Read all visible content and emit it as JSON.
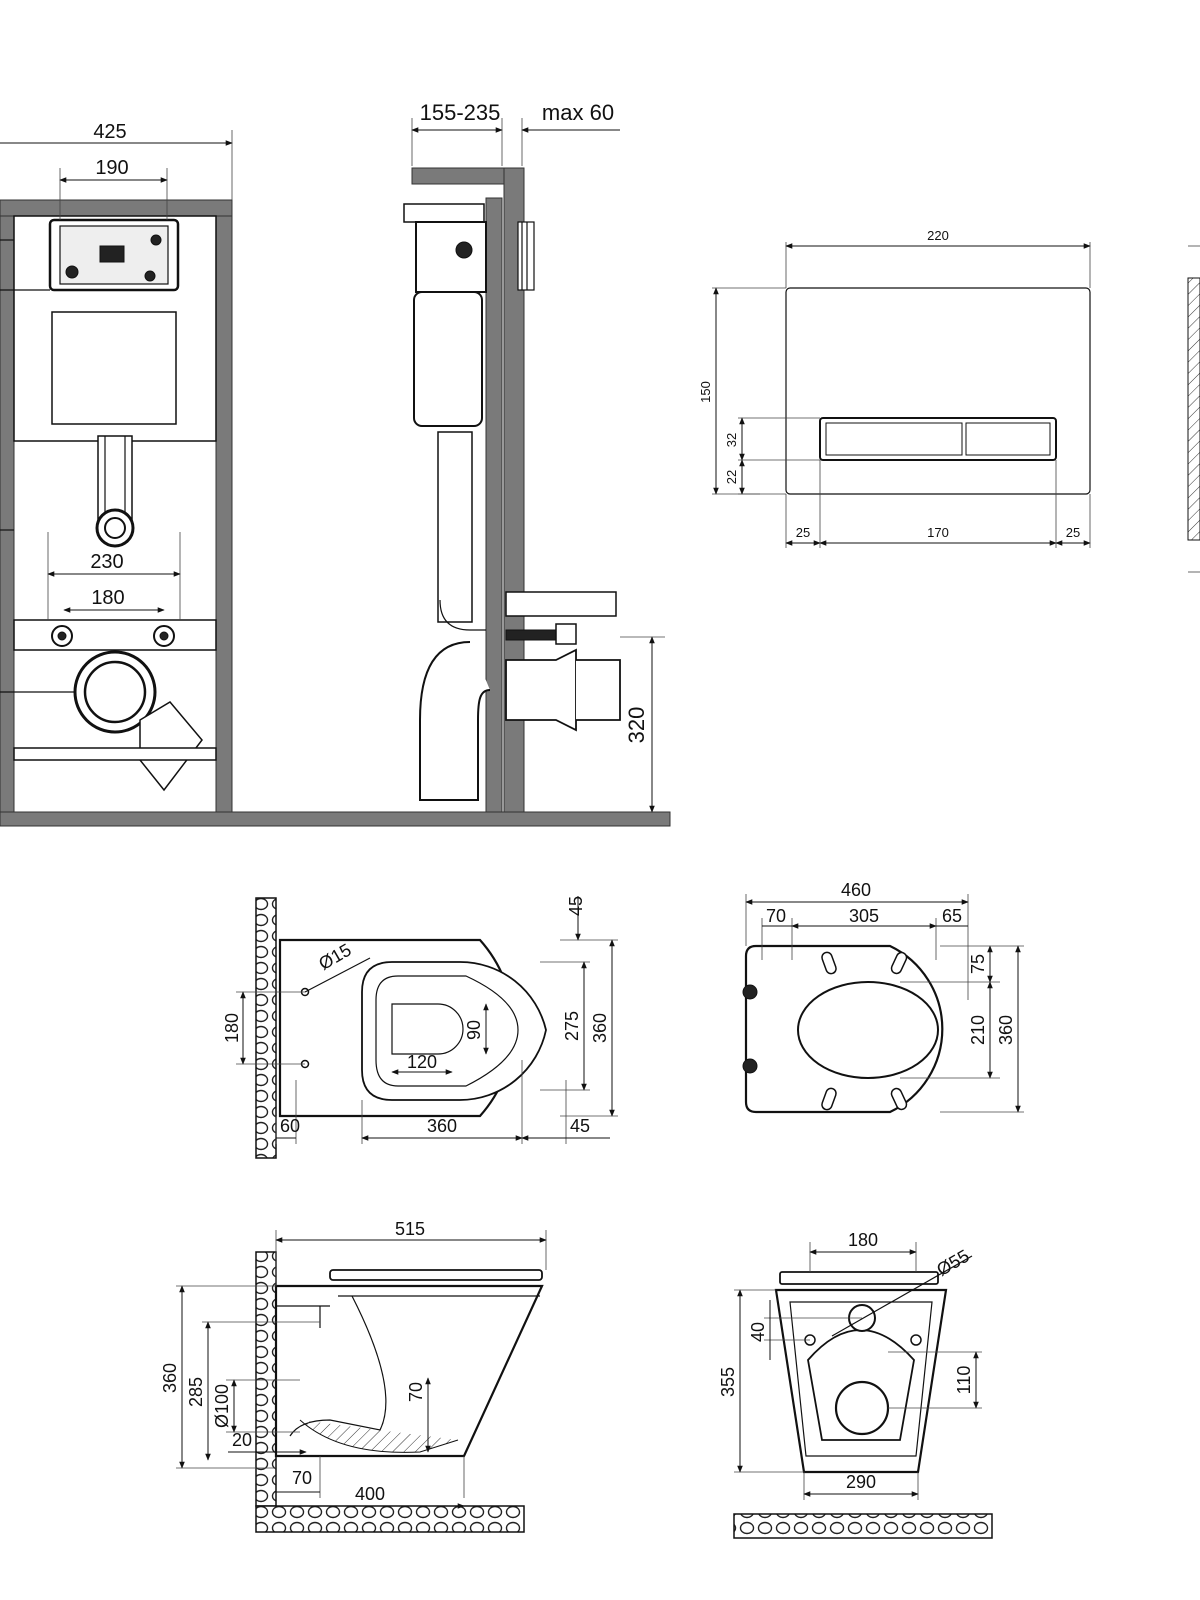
{
  "frame_front": {
    "width_total": "425",
    "width_panel": "190",
    "bolt_spacing_outer": "230",
    "bolt_spacing_inner": "180"
  },
  "frame_side": {
    "depth_range": "155-235",
    "wall_max": "max 60",
    "outlet_height": "320"
  },
  "flush_plate": {
    "width": "220",
    "height": "150",
    "button_height": "32",
    "button_offset": "22",
    "margin_left": "25",
    "button_width": "170",
    "margin_right": "25"
  },
  "bowl_top": {
    "hole_diameter": "Ø15",
    "hole_spacing": "180",
    "bowl_length": "360",
    "seat_overhang": "45",
    "seat_overhang_top": "45",
    "wall_gap": "60",
    "inner_width": "120",
    "inner_depth": "90",
    "rim_inner": "275",
    "total_width": "360"
  },
  "seat_top": {
    "total": "460",
    "left_offset": "70",
    "middle": "305",
    "right": "65",
    "upper": "75",
    "opening": "210",
    "total_width": "360"
  },
  "bowl_side": {
    "length_top": "515",
    "height_total": "360",
    "height_mount": "285",
    "outlet_diameter": "Ø100",
    "outlet_offset": "20",
    "trap_depth": "70",
    "base_offset": "70",
    "base_length": "400"
  },
  "bowl_rear": {
    "mount_spacing": "180",
    "inlet_diameter": "Ø55",
    "hole_offset": "40",
    "height_total": "355",
    "outlet_height": "110",
    "base_width": "290"
  }
}
